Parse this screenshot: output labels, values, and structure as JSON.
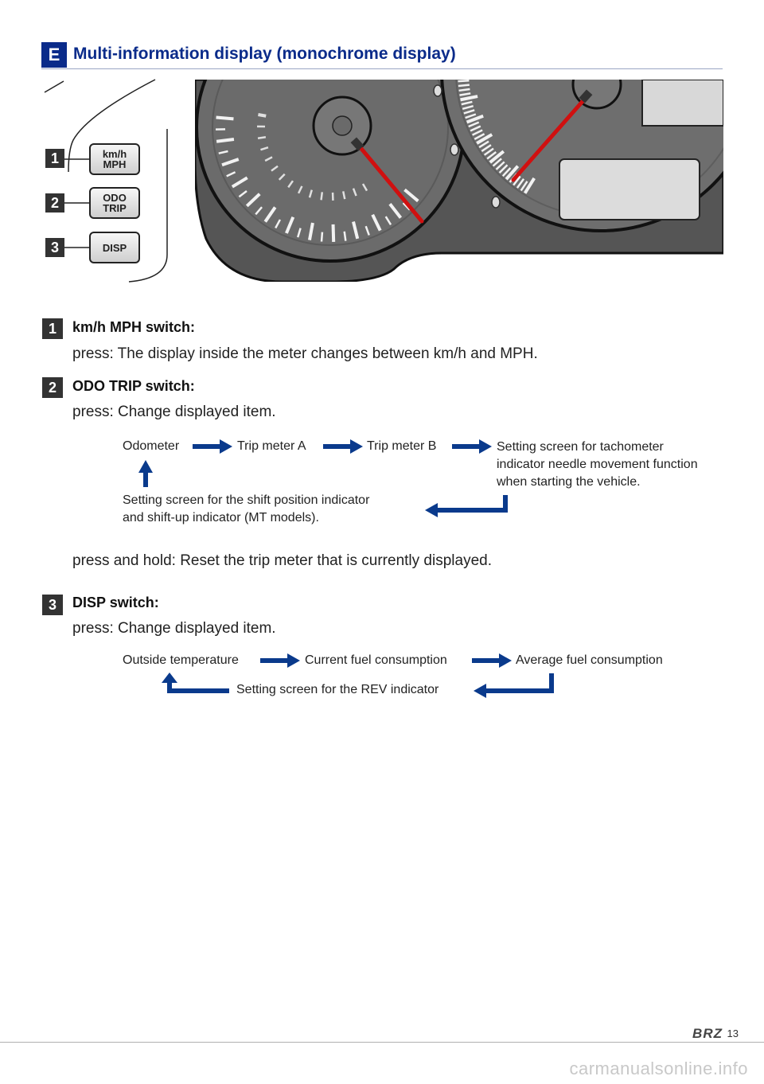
{
  "section": {
    "letter": "E",
    "title": "Multi-information display (monochrome display)"
  },
  "buttons": [
    {
      "num": "1",
      "line1": "km/h",
      "line2": "MPH"
    },
    {
      "num": "2",
      "line1": "ODO",
      "line2": "TRIP"
    },
    {
      "num": "3",
      "line1": "DISP",
      "line2": ""
    }
  ],
  "items": [
    {
      "num": "1",
      "title": "km/h MPH switch:",
      "text": "press: The display inside the meter changes between km/h and MPH."
    },
    {
      "num": "2",
      "title": "ODO TRIP switch:",
      "text": "press: Change displayed item.",
      "hold": "press and hold: Reset the trip meter that is currently displayed."
    },
    {
      "num": "3",
      "title": "DISP switch:",
      "text": "press: Change displayed item."
    }
  ],
  "odo_flow": {
    "odometer": "Odometer",
    "trip_a": "Trip meter A",
    "trip_b": "Trip meter B",
    "tach_line1": "Setting screen for tachometer",
    "tach_line2": "indicator needle movement function",
    "tach_line3": "when starting the vehicle.",
    "shift_line1": "Setting screen for the shift position indicator",
    "shift_line2": "and shift-up indicator (MT models)."
  },
  "disp_flow": {
    "outside": "Outside temperature",
    "current": "Current fuel consumption",
    "average": "Average fuel consumption",
    "rev": "Setting screen for the REV indicator"
  },
  "colors": {
    "accent": "#0a2b8a",
    "arrow": "#0a3a8c",
    "needle": "#d01010",
    "cluster": "#4a4a4a"
  },
  "footer": {
    "brand": "BRZ",
    "page": "13",
    "watermark": "carmanualsonline.info"
  }
}
